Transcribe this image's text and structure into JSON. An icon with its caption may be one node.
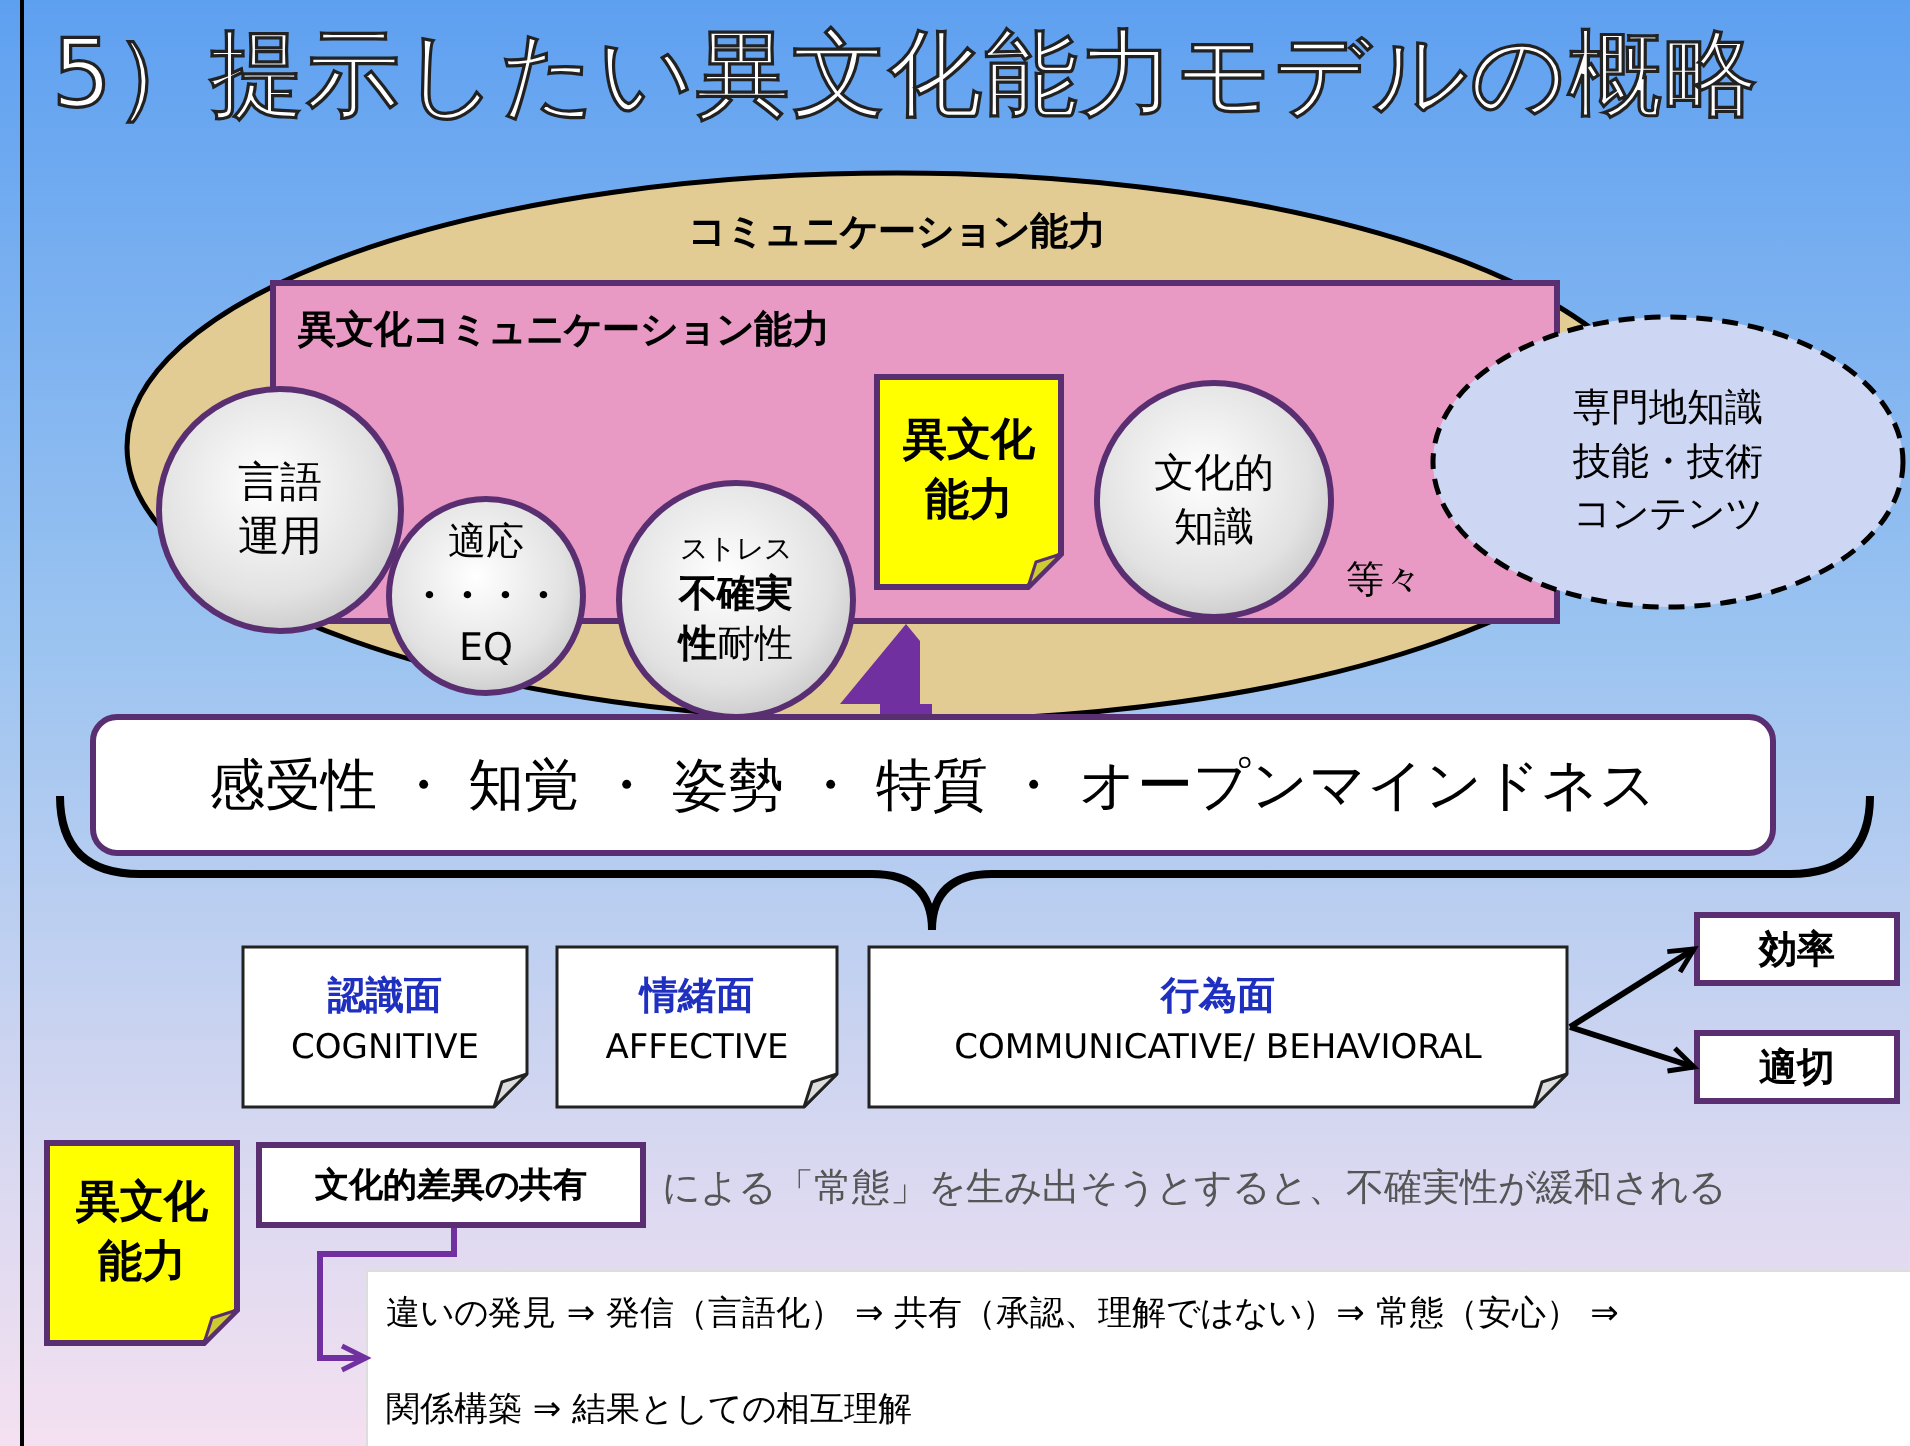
{
  "diagram": {
    "title": "5）提示したい異文化能力モデルの概略",
    "nodes": [
      {
        "text": [
          "コミュニケーション能力"
        ]
      },
      {
        "text": [
          "異文化コミュニケーション能力",
          "等々"
        ],
        "in": 0
      },
      {
        "text": [
          "言語運用"
        ],
        "in": 0
      },
      {
        "text": [
          "適応",
          "・・・・",
          "EQ"
        ],
        "in": 0
      },
      {
        "text": [
          "ストレス",
          "**不確実性**耐性"
        ],
        "in": 0
      },
      {
        "text": [
          "異文化能力"
        ],
        "in": 1
      },
      {
        "text": [
          "文化的知識"
        ],
        "in": 1
      },
      {
        "text": [
          "専門地知識技能・技術コンテンツ"
        ]
      },
      {
        "text": [
          "感受性 ・ 知覚 ・ 姿勢 ・ 特質 ・ オープンマインドネス"
        ]
      },
      {
        "text": [
          "認識面",
          "COGNITIVE"
        ]
      },
      {
        "text": [
          "情緒面",
          "AFFECTIVE"
        ]
      },
      {
        "text": [
          "行為面",
          "COMMUNICATIVE/ BEHAVIORAL"
        ]
      },
      {
        "text": [
          "効率"
        ]
      },
      {
        "text": [
          "適切"
        ]
      },
      {
        "text": [
          "異文化能力"
        ]
      },
      {
        "text": [
          "文化的差異の共有"
        ],
        "beside": [
          "による「常態」を生み出そうとすると、不確実性が緩和される"
        ]
      },
      {
        "text": [
          "違いの発見 ⇒ 発信（言語化） ⇒ 共有（承認、理解ではない）⇒ 常態（安心） ⇒",
          "関係構築 ⇒ 結果としての相互理解"
        ]
      }
    ],
    "edges": [
      {
        "from": 8,
        "to": 1,
        "arrow": "to",
        "style": "thick",
        "color": "#7030a0"
      },
      {
        "from": 11,
        "to": 12,
        "arrow": "to",
        "color": "#000000"
      },
      {
        "from": 11,
        "to": 13,
        "arrow": "to",
        "color": "#000000"
      },
      {
        "from": 15,
        "to": 16,
        "arrow": "to",
        "color": "#7030a0"
      }
    ]
  }
}
